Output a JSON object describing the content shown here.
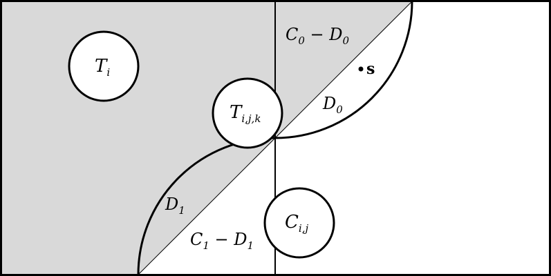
{
  "labels": {
    "t_i": "T",
    "t_i_sub": "i",
    "t_ijk": "T",
    "t_ijk_sub": "i,j,k",
    "c_ij": "C",
    "c_ij_sub": "i,j",
    "c0_minus_d0_a": "C",
    "c0_minus_d0_a_sub": "0",
    "c0_minus_d0_b": " − D",
    "c0_minus_d0_b_sub": "0",
    "c1_minus_d1_a": "C",
    "c1_minus_d1_a_sub": "1",
    "c1_minus_d1_b": " − D",
    "c1_minus_d1_b_sub": "1",
    "d0": "D",
    "d0_sub": "0",
    "d1": "D",
    "d1_sub": "1",
    "s": "s"
  },
  "colors": {
    "shaded": "#d9d9d9",
    "stroke": "#000000",
    "background": "#ffffff"
  }
}
